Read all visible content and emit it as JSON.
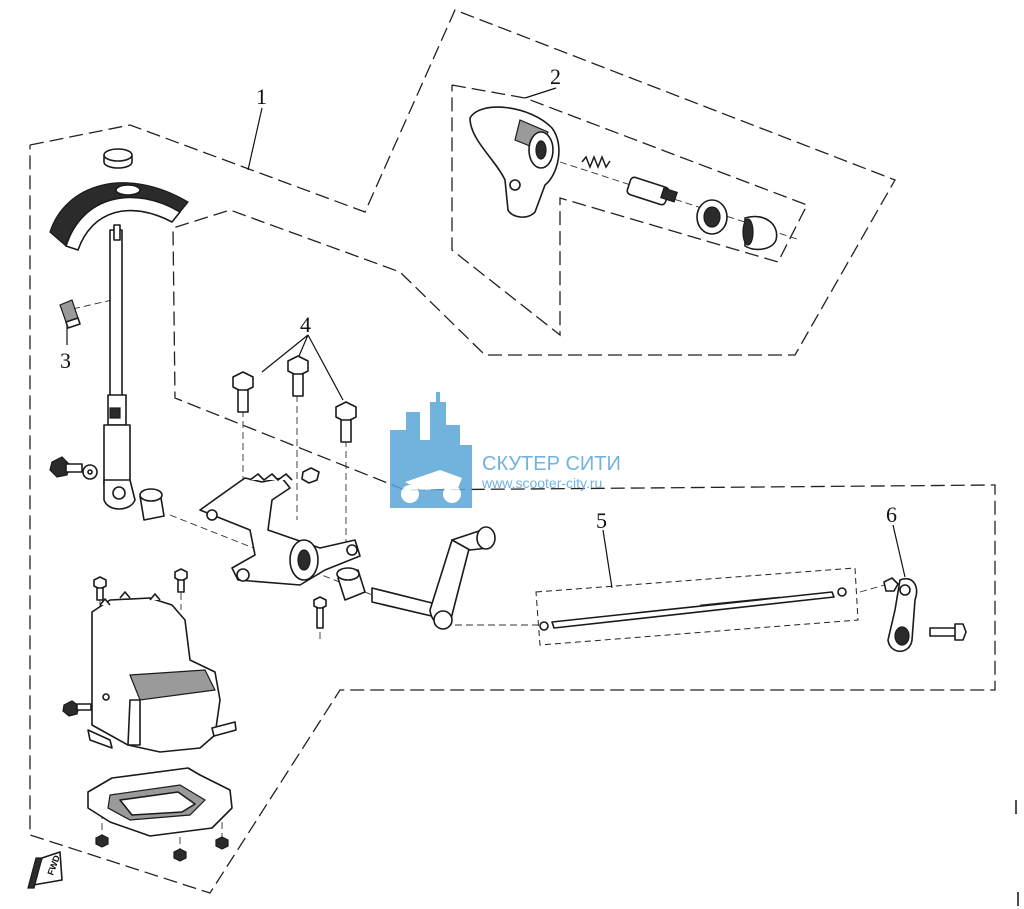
{
  "callouts": [
    "1",
    "2",
    "3",
    "4",
    "5",
    "6"
  ],
  "watermark": {
    "name": "СКУТЕР СИТИ",
    "url": "www.scooter-city.ru",
    "color": "#5aa6d8"
  },
  "fwd_label": "FWD"
}
